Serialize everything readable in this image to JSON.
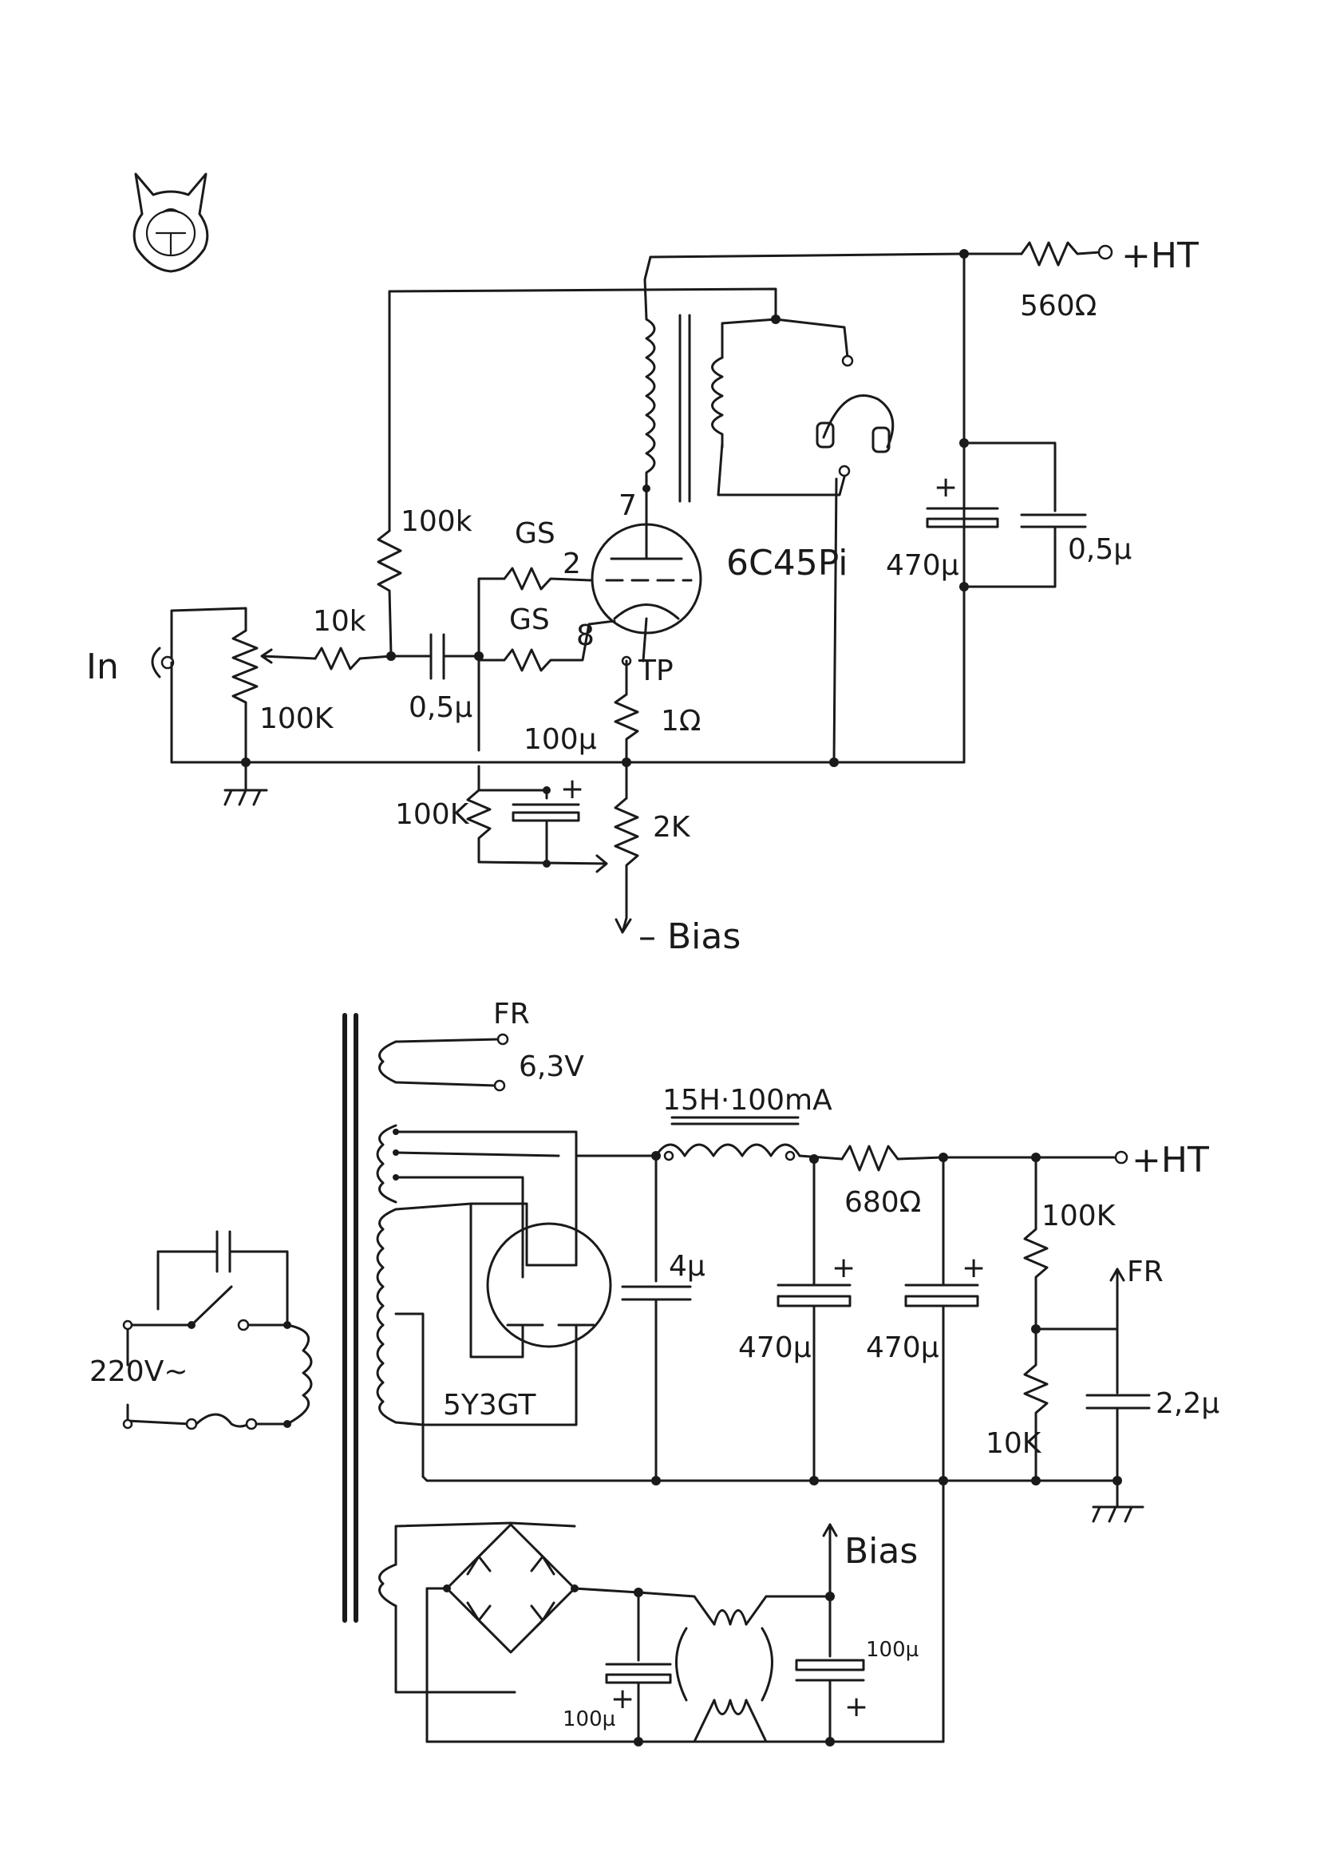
{
  "amplifier": {
    "input_label": "In",
    "volume_pot": "100K",
    "series_resistor": "10k",
    "plate_load_resistor": "100k",
    "coupling_cap": "0,5µ",
    "grid_stopper_1": "GS",
    "grid_stopper_2": "GS",
    "grid_leak_resistor": "100K",
    "bias_cap": "100µ",
    "bias_pot": "2K",
    "bias_label": "– Bias",
    "cathode_resistor": "1Ω",
    "test_point": "TP",
    "tube_name": "6C45Pi",
    "pin_plate": "7",
    "pin_grid": "2",
    "pin_cathode": "8",
    "supply_resistor": "560Ω",
    "ht_label": "+HT",
    "filter_elco": "470µ",
    "filter_film": "0,5µ",
    "elco_plus": "+"
  },
  "power_supply": {
    "mains_label": "220V~",
    "heater_label": "FR",
    "heater_voltage": "6,3V",
    "choke_label": "15H·100mA",
    "rectifier_tube": "5Y3GT",
    "cap_4u": "4µ",
    "cap_470_a": "470µ",
    "cap_470_b": "470µ",
    "dropper_resistor": "680Ω",
    "ht_label": "+HT",
    "divider_top": "100K",
    "divider_bottom": "10K",
    "fr_out_label": "FR",
    "divider_cap": "2,2µ",
    "bias_out_label": "Bias",
    "bias_cap_1": "100µ",
    "bias_cap_2": "100µ",
    "elco_plus": "+"
  }
}
